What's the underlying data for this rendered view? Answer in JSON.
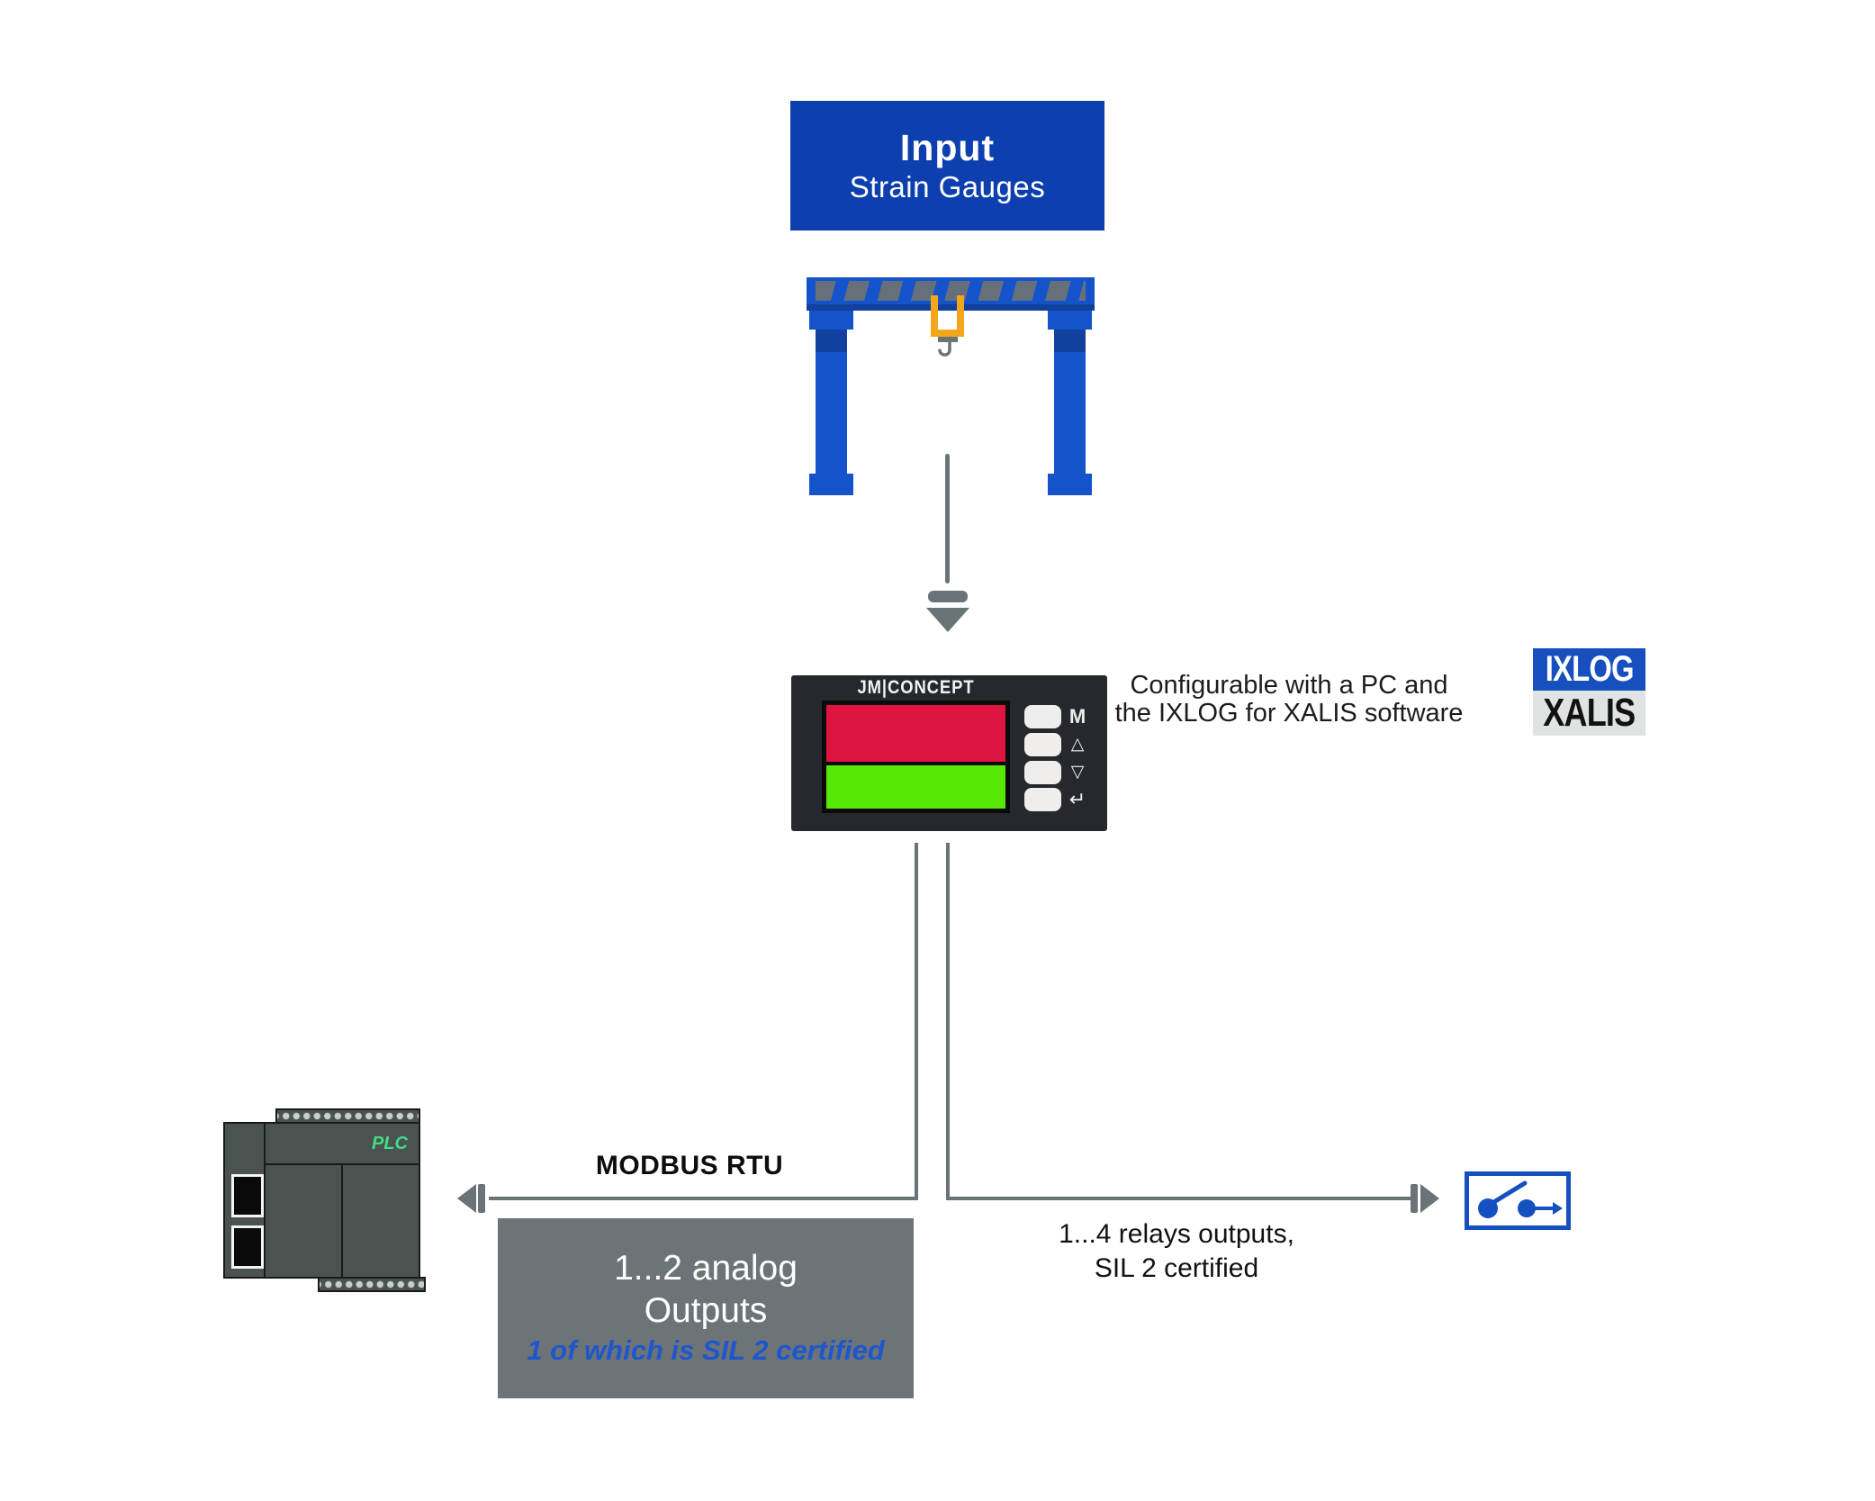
{
  "input_box": {
    "title": "Input",
    "subtitle": "Strain Gauges"
  },
  "device": {
    "brand": "JM|CONCEPT",
    "buttons": [
      {
        "symbol": "M"
      },
      {
        "symbol": "△"
      },
      {
        "symbol": "▽"
      },
      {
        "symbol": "↵"
      }
    ]
  },
  "annotation": {
    "line1": "Configurable with a PC and",
    "line2": "the IXLOG for XALIS software"
  },
  "logo": {
    "top": "IXLOG",
    "bottom": "XALIS"
  },
  "bus_label": "MODBUS RTU",
  "plc": {
    "label": "PLC"
  },
  "analog_box": {
    "line1": "1...2 analog",
    "line2": "Outputs",
    "line3": "1 of which is SIL 2 certified"
  },
  "relays": {
    "line1": "1...4 relays outputs,",
    "line2": "SIL 2 certified"
  },
  "colors": {
    "input_box_blue": "#0d40ae",
    "crane_blue": "#1553cb",
    "crane_dark_blue": "#11409e",
    "hanger_orange": "#f2a71b",
    "line_gray": "#6a7377",
    "analog_box_gray": "#6d7478",
    "device_body": "#25282c",
    "display_red": "#de1540",
    "display_green": "#57e705",
    "plc_body": "#4a5350",
    "plc_label_green": "#44db87",
    "logo_blue": "#174fbe",
    "logo_gray": "#dfe3e2",
    "relay_blue": "#1450c0",
    "sil2_text_blue": "#1e56cc"
  }
}
